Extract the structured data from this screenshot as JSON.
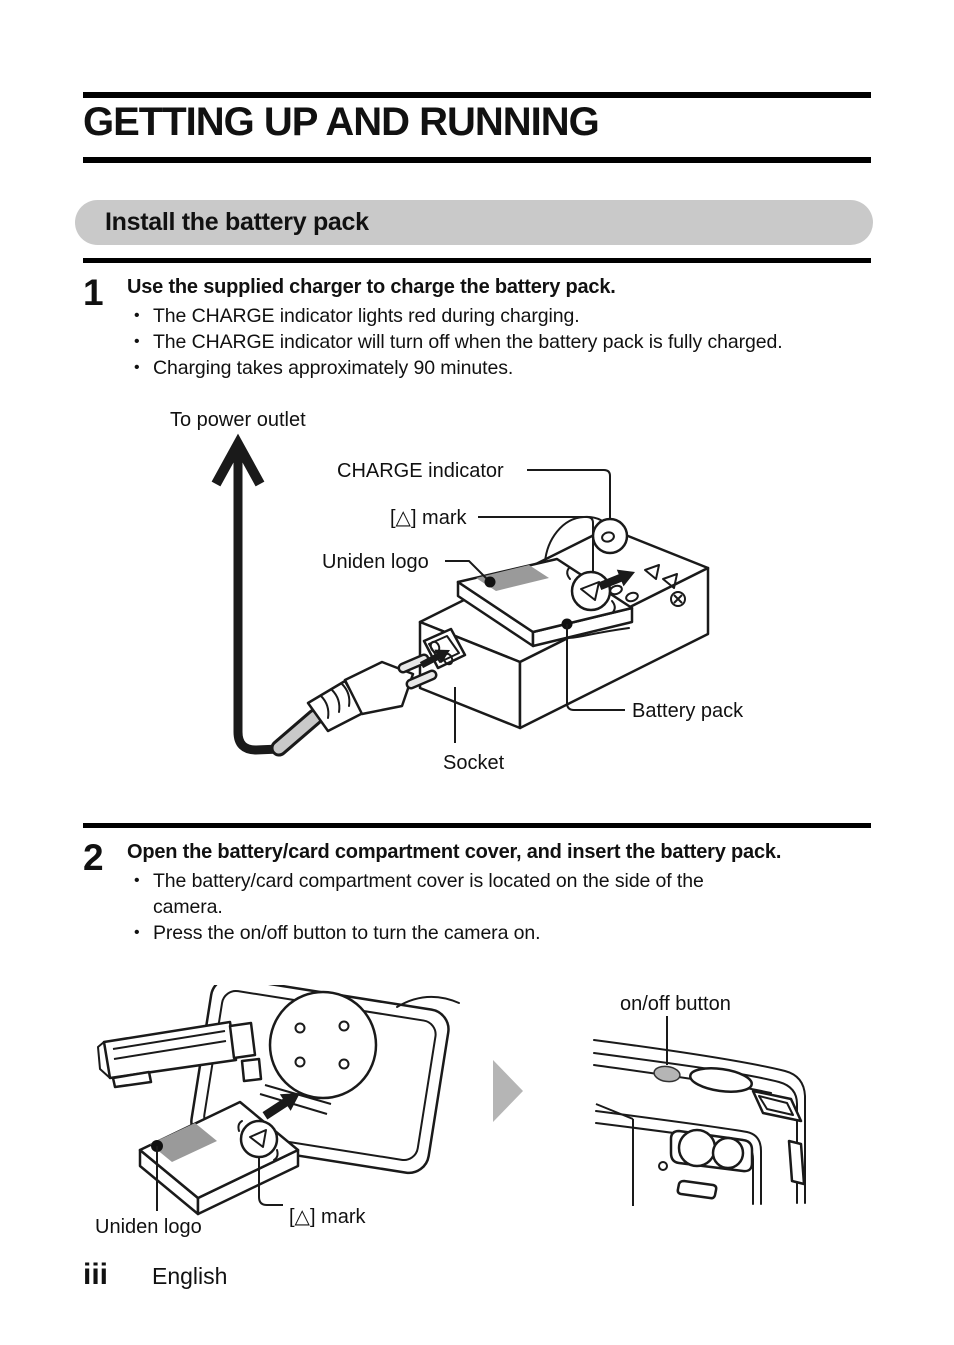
{
  "ui": {
    "bullet": "•"
  },
  "header": {
    "title": "GETTING UP AND RUNNING"
  },
  "section": {
    "heading": "Install the battery pack"
  },
  "steps": [
    {
      "number": "1",
      "heading": "Use the supplied charger to charge the battery pack.",
      "bullets": [
        "The CHARGE indicator lights red during charging.",
        "The CHARGE indicator will turn off when the battery pack is fully charged.",
        "Charging takes approximately 90 minutes."
      ]
    },
    {
      "number": "2",
      "heading": "Open the battery/card compartment cover, and insert the battery pack.",
      "bullets": [
        "The battery/card compartment cover is located on the side of the camera.",
        "Press the on/off button to turn the camera on."
      ]
    }
  ],
  "figure_charger": {
    "labels": {
      "to_power_outlet": "To power outlet",
      "charge_indicator": "CHARGE indicator",
      "triangle_mark": "[△] mark",
      "uniden_logo": "Uniden logo",
      "battery_pack": "Battery pack",
      "socket": "Socket"
    }
  },
  "figure_camera": {
    "labels": {
      "on_off_button": "on/off button",
      "uniden_logo": "Uniden logo",
      "triangle_mark": "[△] mark"
    }
  },
  "footer": {
    "page_number": "iii",
    "language": "English"
  },
  "colors": {
    "ink": "#111111",
    "section_pill": "#c9c9c9",
    "battery_top": "#c8c8c8",
    "battery_side": "#aeaeae",
    "logo_patch": "#9a9a9a",
    "plug_gray": "#c9c9c9",
    "transition_arrow": "#b5b5b5",
    "button_gray": "#b5b5b5"
  }
}
